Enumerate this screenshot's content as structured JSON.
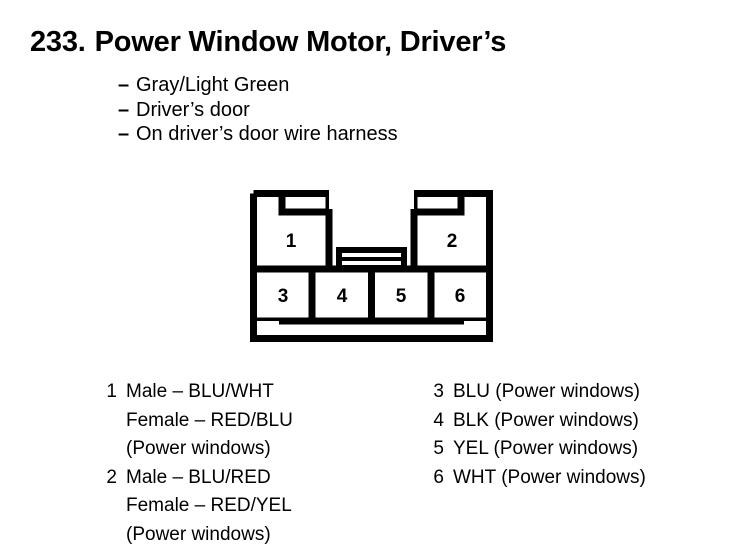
{
  "header": {
    "item_number": "233.",
    "title": "Power Window Motor, Driver’s"
  },
  "specs": {
    "dash": "–",
    "items": [
      "Gray/Light Green",
      "Driver’s door",
      "On driver’s door wire harness"
    ]
  },
  "connector": {
    "top_row_pins": [
      "1",
      "2"
    ],
    "bottom_row_pins": [
      "3",
      "4",
      "5",
      "6"
    ],
    "latch_label": "center-latch",
    "stroke_color": "#000000"
  },
  "legend": {
    "left_column": [
      {
        "number": "1",
        "lines": [
          "Male – BLU/WHT",
          "Female – RED/BLU",
          "(Power windows)"
        ]
      },
      {
        "number": "2",
        "lines": [
          "Male – BLU/RED",
          "Female – RED/YEL",
          "(Power windows)"
        ]
      }
    ],
    "right_column": [
      {
        "number": "3",
        "lines": [
          "BLU (Power windows)"
        ]
      },
      {
        "number": "4",
        "lines": [
          "BLK (Power windows)"
        ]
      },
      {
        "number": "5",
        "lines": [
          "YEL (Power windows)"
        ]
      },
      {
        "number": "6",
        "lines": [
          "WHT (Power windows)"
        ]
      }
    ]
  }
}
